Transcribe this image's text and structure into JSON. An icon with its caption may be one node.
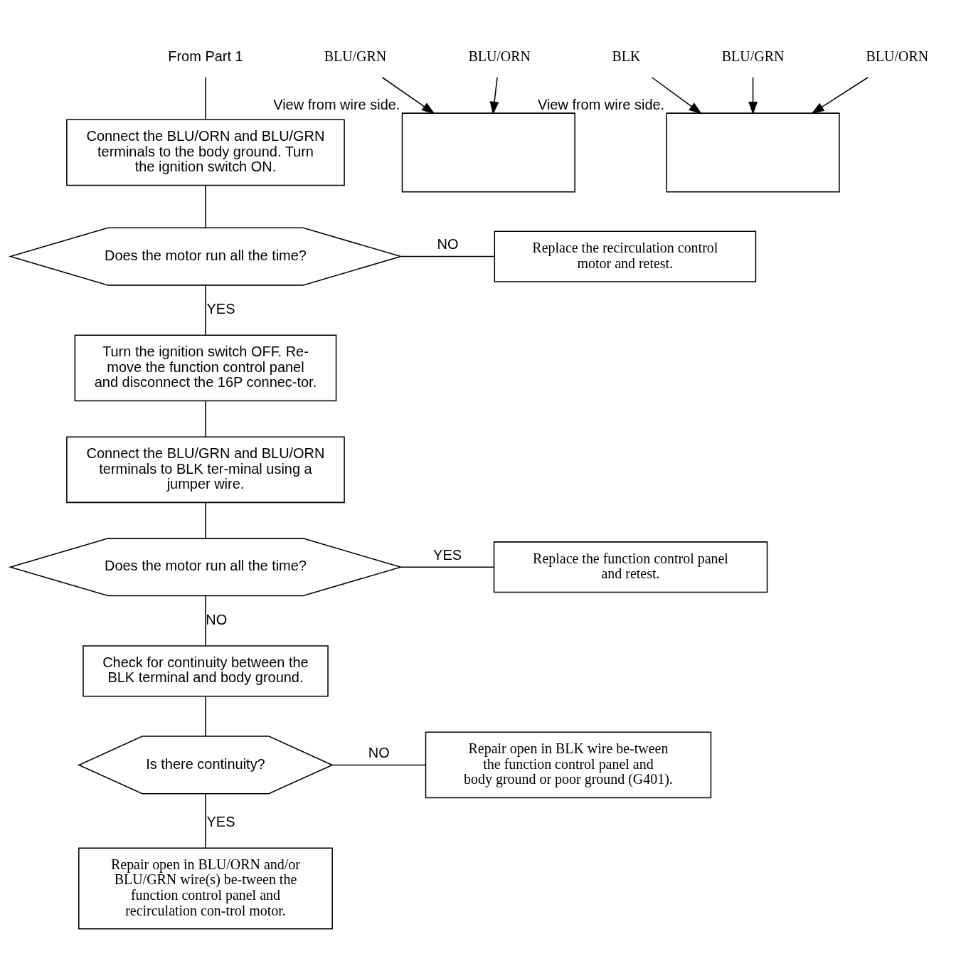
{
  "diagram": {
    "nodes": [
      {
        "text": [
          "From Part 1"
        ]
      },
      {
        "text": [
          "Connect the BLU/ORN and BLU/GRN terminals to the body ground. Turn the ignition switch ON."
        ]
      },
      {
        "text": [
          "Does the motor run all the time?"
        ]
      },
      {
        "text": [
          "Replace the recirculation control motor and retest."
        ]
      },
      {
        "text": [
          "Turn the ignition switch OFF. Re-move the function control panel and disconnect the 16P connec-tor."
        ]
      },
      {
        "text": [
          "Connect the BLU/GRN and BLU/ORN terminals to BLK ter-minal using a jumper wire."
        ]
      },
      {
        "text": [
          "Does the motor run all the time?"
        ]
      },
      {
        "text": [
          "Replace the function control panel and retest."
        ]
      },
      {
        "text": [
          "Check for continuity between the BLK terminal and body ground."
        ]
      },
      {
        "text": [
          "Is there continuity?"
        ]
      },
      {
        "text": [
          "Repair open in BLK wire be-tween the function control panel and body ground or poor ground (G401)."
        ]
      },
      {
        "text": [
          "Repair open in BLU/ORN and/or BLU/GRN wire(s) be-tween the function control panel and recirculation con-trol motor."
        ]
      },
      {
        "text": [],
        "shape": "box",
        "beside": [
          "View from wire side."
        ]
      },
      {
        "text": [
          "BLU/GRN"
        ]
      },
      {
        "text": [
          "BLU/ORN"
        ]
      },
      {
        "text": [],
        "shape": "box",
        "beside": [
          "View from wire side."
        ]
      },
      {
        "text": [
          "BLK"
        ]
      },
      {
        "text": [
          "BLU/GRN"
        ]
      },
      {
        "text": [
          "BLU/ORN"
        ]
      }
    ],
    "edges": [
      {
        "from": 0,
        "to": 1,
        "arrow": "none"
      },
      {
        "from": 1,
        "to": 2,
        "arrow": "none"
      },
      {
        "from": 2,
        "to": 3,
        "label": "NO",
        "arrow": "none"
      },
      {
        "from": 2,
        "to": 4,
        "label": "YES",
        "arrow": "none"
      },
      {
        "from": 4,
        "to": 5,
        "arrow": "none"
      },
      {
        "from": 5,
        "to": 6,
        "arrow": "none"
      },
      {
        "from": 6,
        "to": 7,
        "label": "YES",
        "arrow": "none"
      },
      {
        "from": 6,
        "to": 8,
        "label": "NO",
        "arrow": "none"
      },
      {
        "from": 8,
        "to": 9,
        "arrow": "none"
      },
      {
        "from": 9,
        "to": 10,
        "label": "NO",
        "arrow": "none"
      },
      {
        "from": 9,
        "to": 11,
        "label": "YES",
        "arrow": "none"
      },
      {
        "from": 13,
        "to": 12,
        "arrow": "to"
      },
      {
        "from": 14,
        "to": 12,
        "arrow": "to"
      },
      {
        "from": 16,
        "to": 15,
        "arrow": "to"
      },
      {
        "from": 17,
        "to": 15,
        "arrow": "to"
      },
      {
        "from": 18,
        "to": 15,
        "arrow": "to"
      }
    ]
  }
}
